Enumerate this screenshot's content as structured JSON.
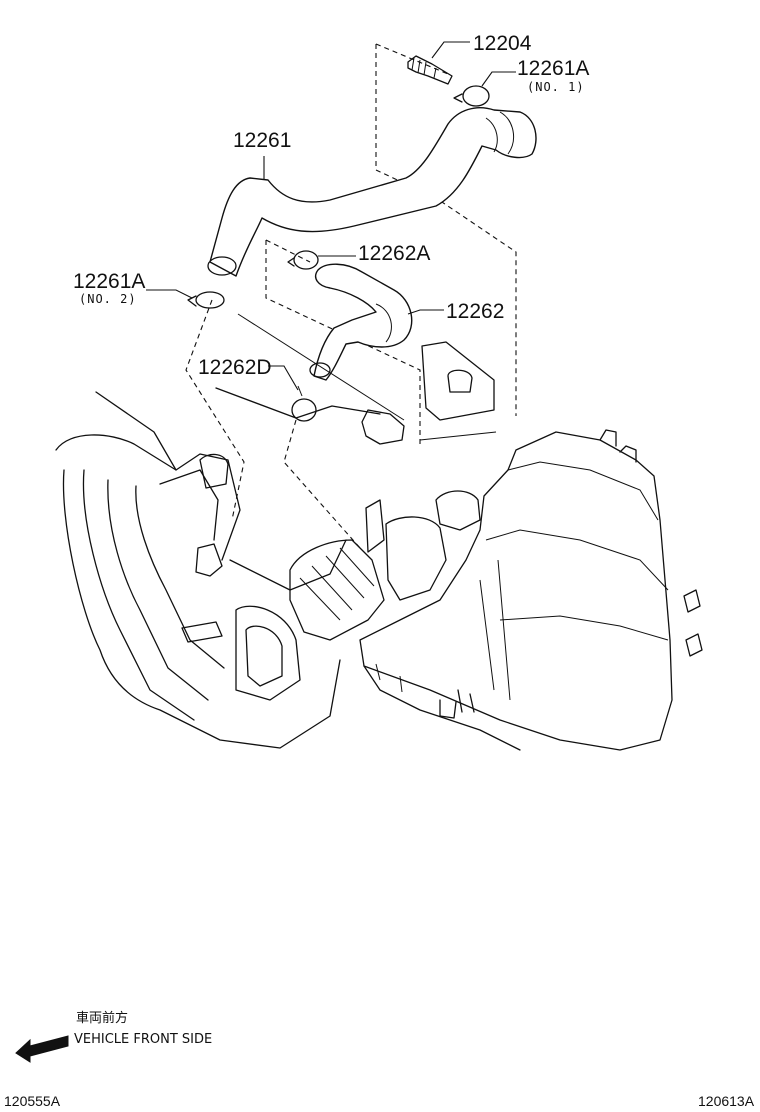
{
  "parts": {
    "sensor": "12204",
    "clamp_no1": "12261A",
    "clamp_no1_sub": "(NO. 1)",
    "hose_upper": "12261",
    "clamp_no2": "12261A",
    "clamp_no2_sub": "(NO. 2)",
    "clamp_2": "12262A",
    "hose_lower": "12262",
    "plug": "12262D"
  },
  "footer": {
    "direction_jp": "車両前方",
    "direction_en": "VEHICLE FRONT SIDE",
    "code_left": "120555A",
    "code_right": "120613A"
  },
  "icons": {
    "front_arrow": "arrow-left-icon"
  }
}
